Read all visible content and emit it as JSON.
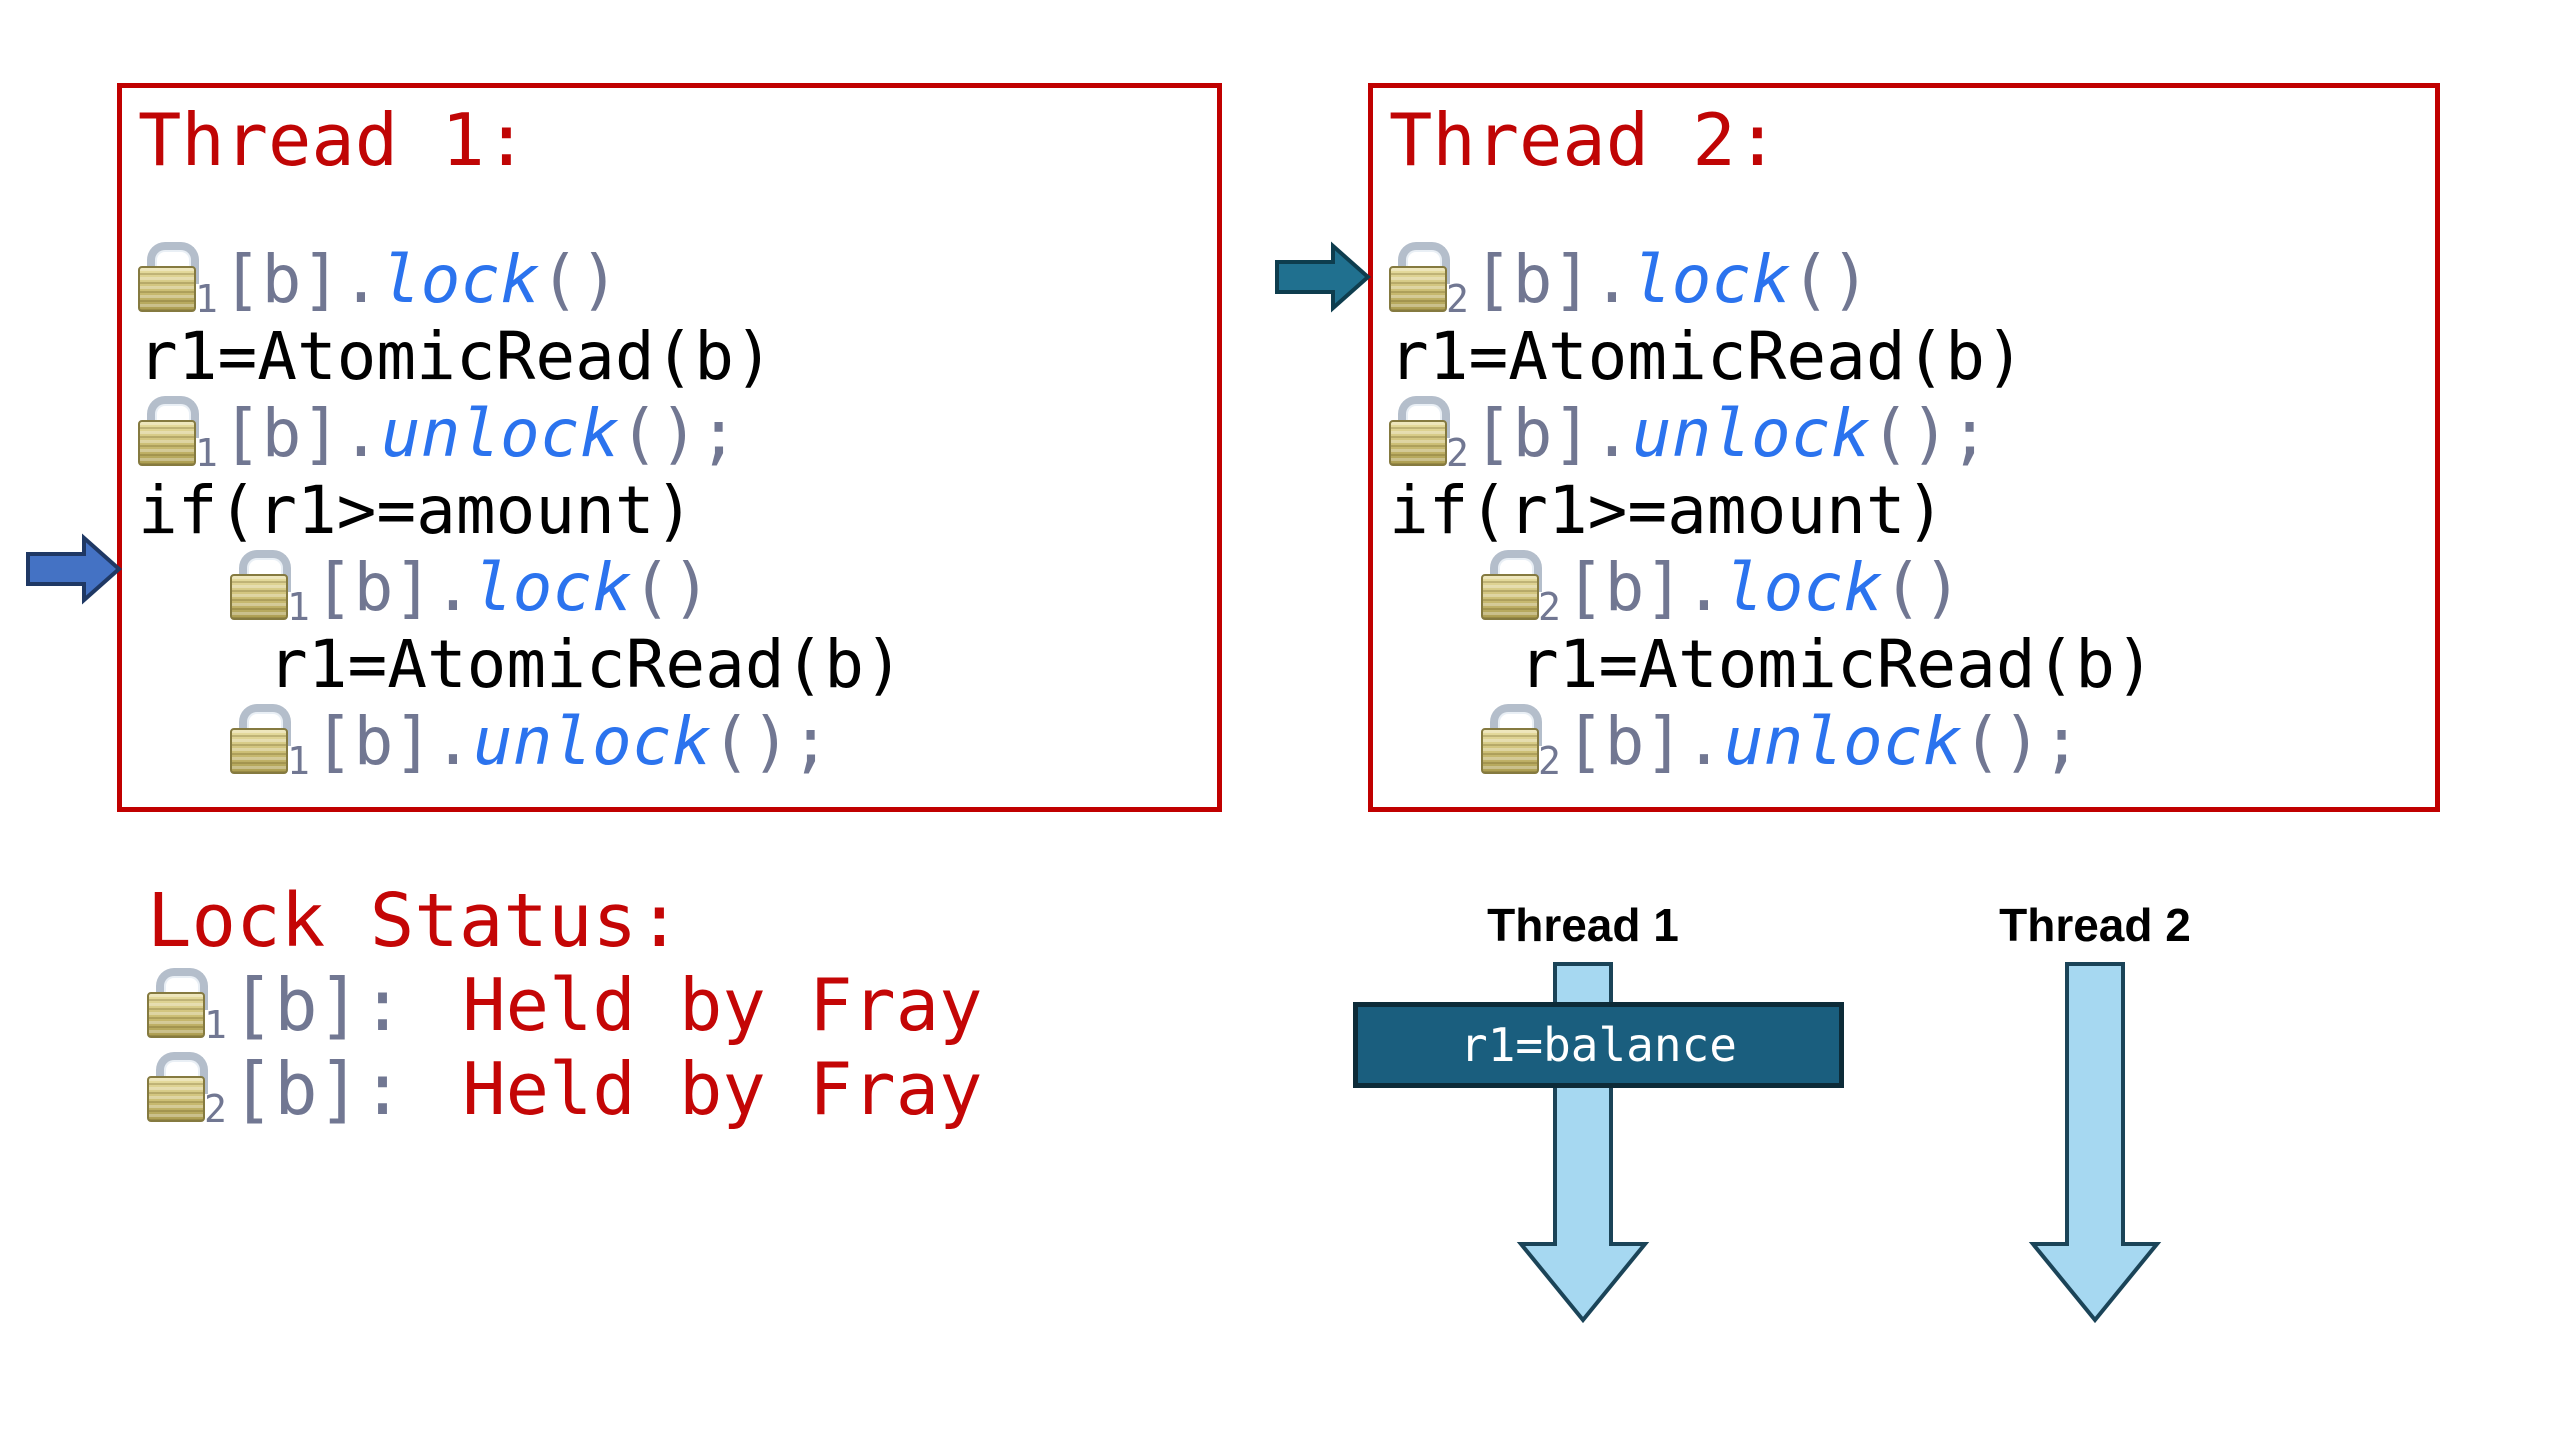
{
  "colors": {
    "box_border": "#C00000",
    "title_red": "#C00505",
    "status_red": "#C40606",
    "code_slate": "#717792",
    "code_blue": "#2B73EE",
    "code_black": "#000000",
    "pointer1_fill": "#4472C4",
    "pointer1_stroke": "#1F3864",
    "pointer2_fill": "#20708F",
    "pointer2_stroke": "#0E3D4E",
    "timeline_arrow_fill": "#A6D8F1",
    "timeline_arrow_stroke": "#1B4458",
    "event_box_fill": "#1A5E7E",
    "event_box_stroke": "#0D2B38",
    "event_text": "#FFFFFF",
    "lock_body_gold": "#CDBF76",
    "lock_shackle_silver": "#B4BECB"
  },
  "icons": {
    "lock": "padlock-icon",
    "pointer": "block-arrow-right-icon",
    "timeline_arrow": "block-arrow-down-icon"
  },
  "threads": [
    {
      "title": "Thread 1:",
      "lock_id": "1",
      "lines": [
        {
          "icon": true,
          "sub": "1",
          "pre": "[b].",
          "call": "lock",
          "post": "()",
          "indent": false
        },
        {
          "icon": false,
          "text": "r1=AtomicRead(b)",
          "indent": false
        },
        {
          "icon": true,
          "sub": "1",
          "pre": "[b].",
          "call": "unlock",
          "post": "();",
          "indent": false
        },
        {
          "icon": false,
          "text": "if(r1>=amount)",
          "indent": false
        },
        {
          "icon": true,
          "sub": "1",
          "pre": "[b].",
          "call": "lock",
          "post": "()",
          "indent": true
        },
        {
          "icon": false,
          "text": "r1=AtomicRead(b)",
          "indent": true
        },
        {
          "icon": true,
          "sub": "1",
          "pre": "[b].",
          "call": "unlock",
          "post": "();",
          "indent": true
        }
      ]
    },
    {
      "title": "Thread 2:",
      "lock_id": "2",
      "lines": [
        {
          "icon": true,
          "sub": "2",
          "pre": "[b].",
          "call": "lock",
          "post": "()",
          "indent": false
        },
        {
          "icon": false,
          "text": "r1=AtomicRead(b)",
          "indent": false
        },
        {
          "icon": true,
          "sub": "2",
          "pre": "[b].",
          "call": "unlock",
          "post": "();",
          "indent": false
        },
        {
          "icon": false,
          "text": "if(r1>=amount)",
          "indent": false
        },
        {
          "icon": true,
          "sub": "2",
          "pre": "[b].",
          "call": "lock",
          "post": "()",
          "indent": true
        },
        {
          "icon": false,
          "text": "r1=AtomicRead(b)",
          "indent": true
        },
        {
          "icon": true,
          "sub": "2",
          "pre": "[b].",
          "call": "unlock",
          "post": "();",
          "indent": true
        }
      ]
    }
  ],
  "lock_status": {
    "title": "Lock Status:",
    "entries": [
      {
        "lock_id": "1",
        "target": "[b]:",
        "status": "Held by Fray"
      },
      {
        "lock_id": "2",
        "target": "[b]:",
        "status": "Held by Fray"
      }
    ]
  },
  "timeline": {
    "columns": [
      {
        "label": "Thread 1"
      },
      {
        "label": "Thread 2"
      }
    ],
    "event": {
      "label": "r1=balance"
    }
  }
}
